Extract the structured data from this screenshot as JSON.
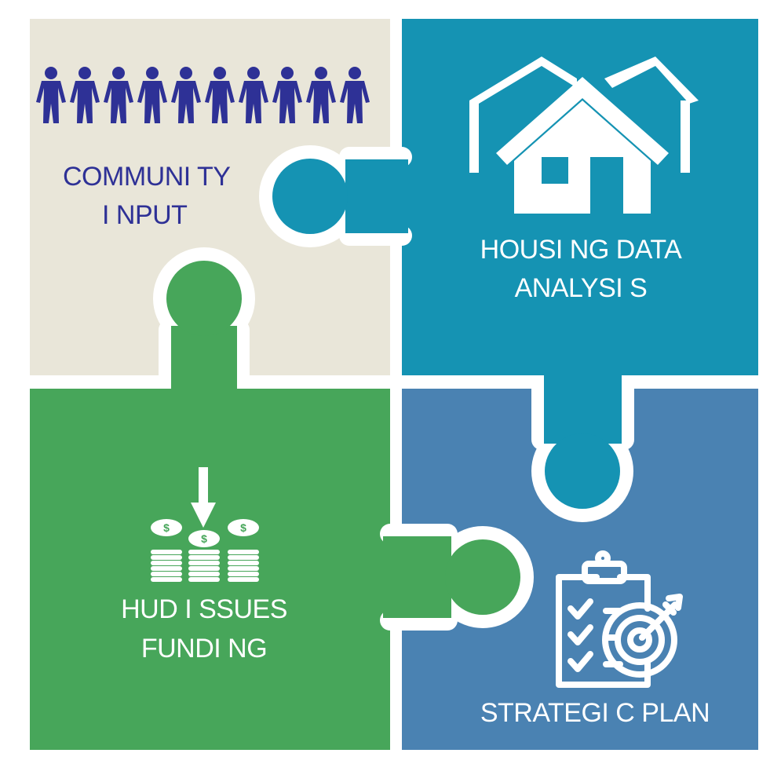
{
  "colors": {
    "community_bg": "#e9e6d9",
    "housing_bg": "#1593b3",
    "hud_bg": "#47a65a",
    "strategic_bg": "#4a82b2",
    "people_fill": "#2e3196",
    "community_text": "#2e3196",
    "light_text": "#ffffff",
    "gap": "#ffffff"
  },
  "icons": {
    "community": "people-row-icon",
    "housing": "houses-icon",
    "hud": "money-coins-arrow-icon",
    "strategic": "clipboard-target-icon"
  },
  "pieces": {
    "community": {
      "line1": "COMMUNI TY",
      "line2": "I NPUT"
    },
    "housing": {
      "line1": "HOUSI NG DATA",
      "line2": "ANALYSI S"
    },
    "hud": {
      "line1": "HUD I SSUES",
      "line2": "FUNDI NG"
    },
    "strategic": {
      "line1": "STRATEGI C PLAN"
    }
  }
}
